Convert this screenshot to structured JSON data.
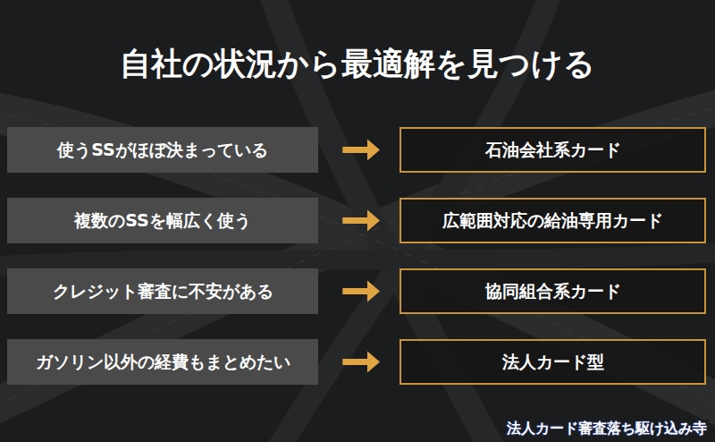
{
  "diagram": {
    "title": "自社の状況から最適解を見つける",
    "nodes": [
      {
        "text": [
          "使うSSがほぼ決まっている"
        ]
      },
      {
        "text": [
          "石油会社系カード"
        ]
      },
      {
        "text": [
          "複数のSSを幅広く使う"
        ]
      },
      {
        "text": [
          "広範囲対応の給油専用カード"
        ]
      },
      {
        "text": [
          "クレジット審査に不安がある"
        ]
      },
      {
        "text": [
          "協同組合系カード"
        ]
      },
      {
        "text": [
          "ガソリン以外の経費もまとめたい"
        ]
      },
      {
        "text": [
          "法人カード型"
        ]
      }
    ],
    "edges": [
      {
        "from": 0,
        "to": 1,
        "arrow": "to"
      },
      {
        "from": 2,
        "to": 3,
        "arrow": "to"
      },
      {
        "from": 4,
        "to": 5,
        "arrow": "to"
      },
      {
        "from": 6,
        "to": 7,
        "arrow": "to"
      }
    ],
    "labels": [
      "法人カード審査落ち駆け込み寺"
    ]
  }
}
